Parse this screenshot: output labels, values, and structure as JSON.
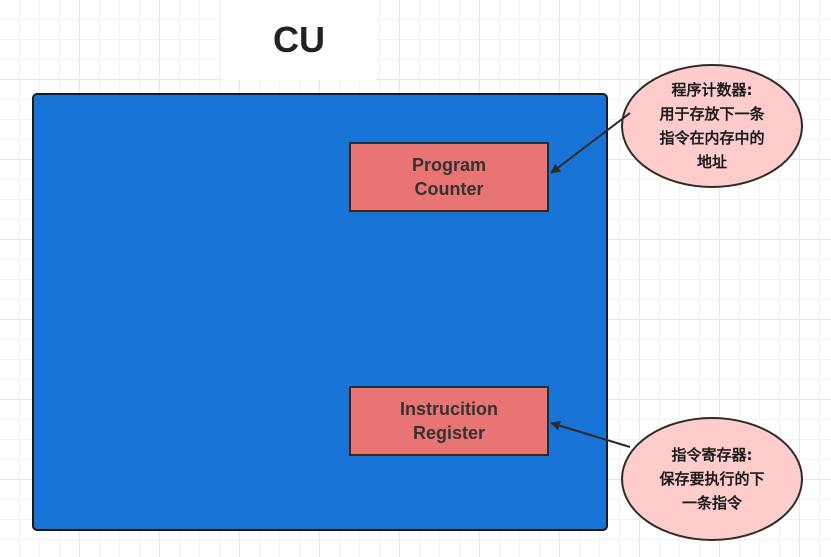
{
  "title": "CU",
  "registers": {
    "pc_label": "Program\nCounter",
    "ir_label": "Instrucition\nRegister"
  },
  "notes": {
    "pc_note": "程序计数器:\n用于存放下一条\n指令在内存中的\n地址",
    "ir_note": "指令寄存器:\n保存要执行的下\n一条指令"
  },
  "colors": {
    "cu_fill": "#1874d6",
    "register_fill": "#e87573",
    "note_fill": "#ffcccc"
  }
}
